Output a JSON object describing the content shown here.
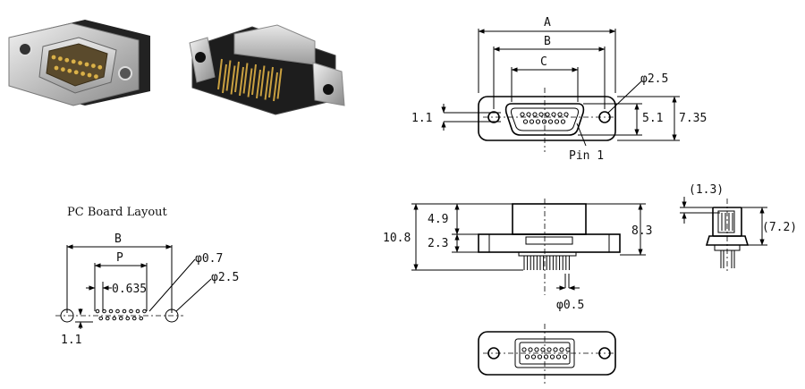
{
  "photos": [
    {
      "name": "connector-photo-front"
    },
    {
      "name": "connector-photo-rear"
    }
  ],
  "pcb_layout": {
    "title": "PC Board Layout",
    "dim_b": "B",
    "dim_p": "P",
    "pitch": "0.635",
    "pin_dia": "φ0.7",
    "hole_dia": "φ2.5",
    "row_offset": "1.1"
  },
  "front_view": {
    "dim_a": "A",
    "dim_b": "B",
    "dim_c": "C",
    "hole_dia": "φ2.5",
    "flange_height": "7.35",
    "shell_height": "5.1",
    "hole_offset": "1.1",
    "pin1_label": "Pin 1"
  },
  "side_view": {
    "height_top": "4.9",
    "flange_thickness": "2.3",
    "overall_height": "10.8",
    "right_height": "8.3",
    "pin_dia": "φ0.5"
  },
  "end_view": {
    "top_offset": "(1.3)",
    "height": "(7.2)"
  }
}
